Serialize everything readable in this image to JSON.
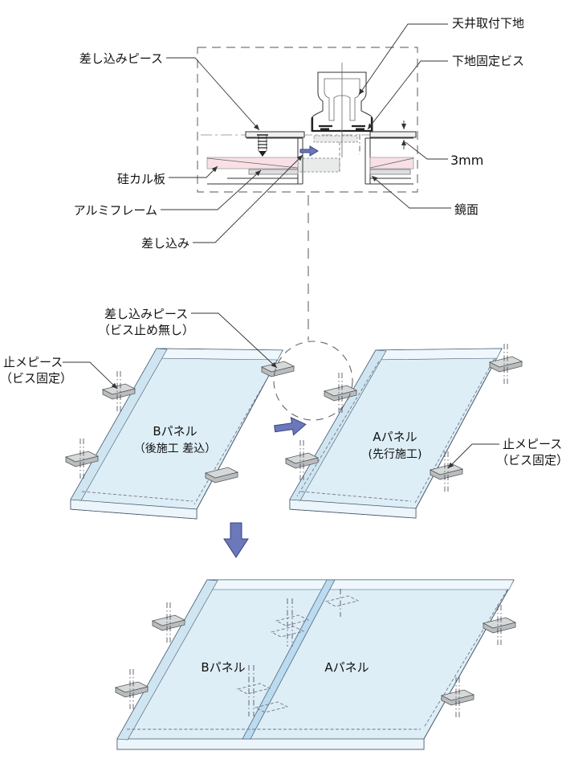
{
  "diagram": {
    "detail": {
      "labels": {
        "ceiling_substrate": "天井取付下地",
        "substrate_screw": "下地固定ビス",
        "insert_piece": "差し込みピース",
        "silica_board": "硅カル板",
        "alum_frame": "アルミフレーム",
        "insertion": "差し込み",
        "mirror": "鏡面",
        "gap_dim": "3mm"
      }
    },
    "assembly": {
      "insert_piece_line1": "差し込みピース",
      "insert_piece_line2": "（ビス止め無し）",
      "stopper_left_line1": "止メピース",
      "stopper_left_line2": "（ビス固定）",
      "stopper_right_line1": "止メピース",
      "stopper_right_line2": "（ビス固定）",
      "panel_b_line1": "Bパネル",
      "panel_b_line2": "（後施工 差込）",
      "panel_a_line1": "Aパネル",
      "panel_a_line2": "(先行施工)"
    },
    "result": {
      "panel_b": "Bパネル",
      "panel_a": "Aパネル"
    },
    "colors": {
      "panel_face": "#ddeef7",
      "panel_edge": "#cfe6f2",
      "joint": "#badbf0",
      "board_pink": "#f8e0e6",
      "tab_gray": "#d6d9da",
      "arrow_blue": "#6b79bb",
      "line": "#333333"
    }
  }
}
